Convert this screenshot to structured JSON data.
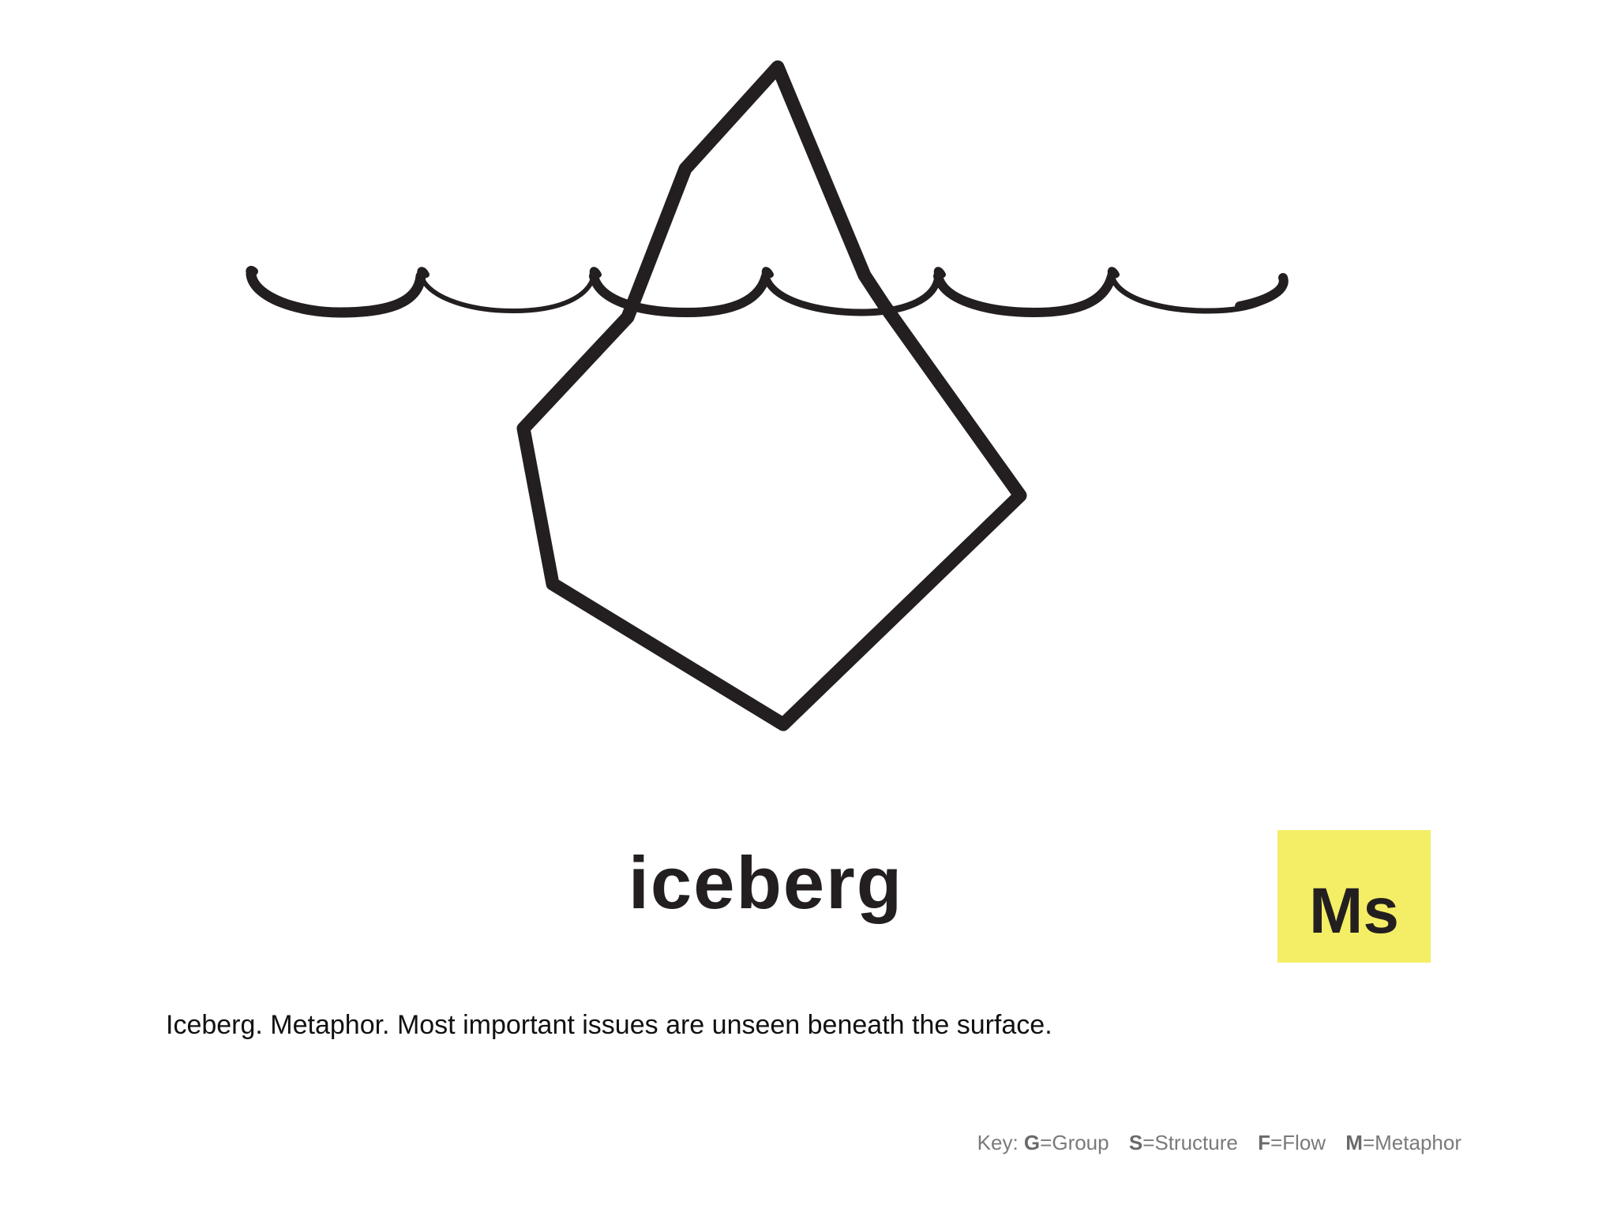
{
  "diagram": {
    "word": "iceberg",
    "badge": {
      "text": "Ms",
      "color": "#f4ee66"
    },
    "caption": "Iceberg. Metaphor. Most important issues are unseen beneath the surface.",
    "key": {
      "prefix": "Key:",
      "items": [
        {
          "letter": "G",
          "meaning": "=Group"
        },
        {
          "letter": "S",
          "meaning": "=Structure"
        },
        {
          "letter": "F",
          "meaning": "=Flow"
        },
        {
          "letter": "M",
          "meaning": "=Metaphor"
        }
      ]
    },
    "icon": "iceberg-with-waves-icon",
    "stroke_color": "#231f20"
  }
}
